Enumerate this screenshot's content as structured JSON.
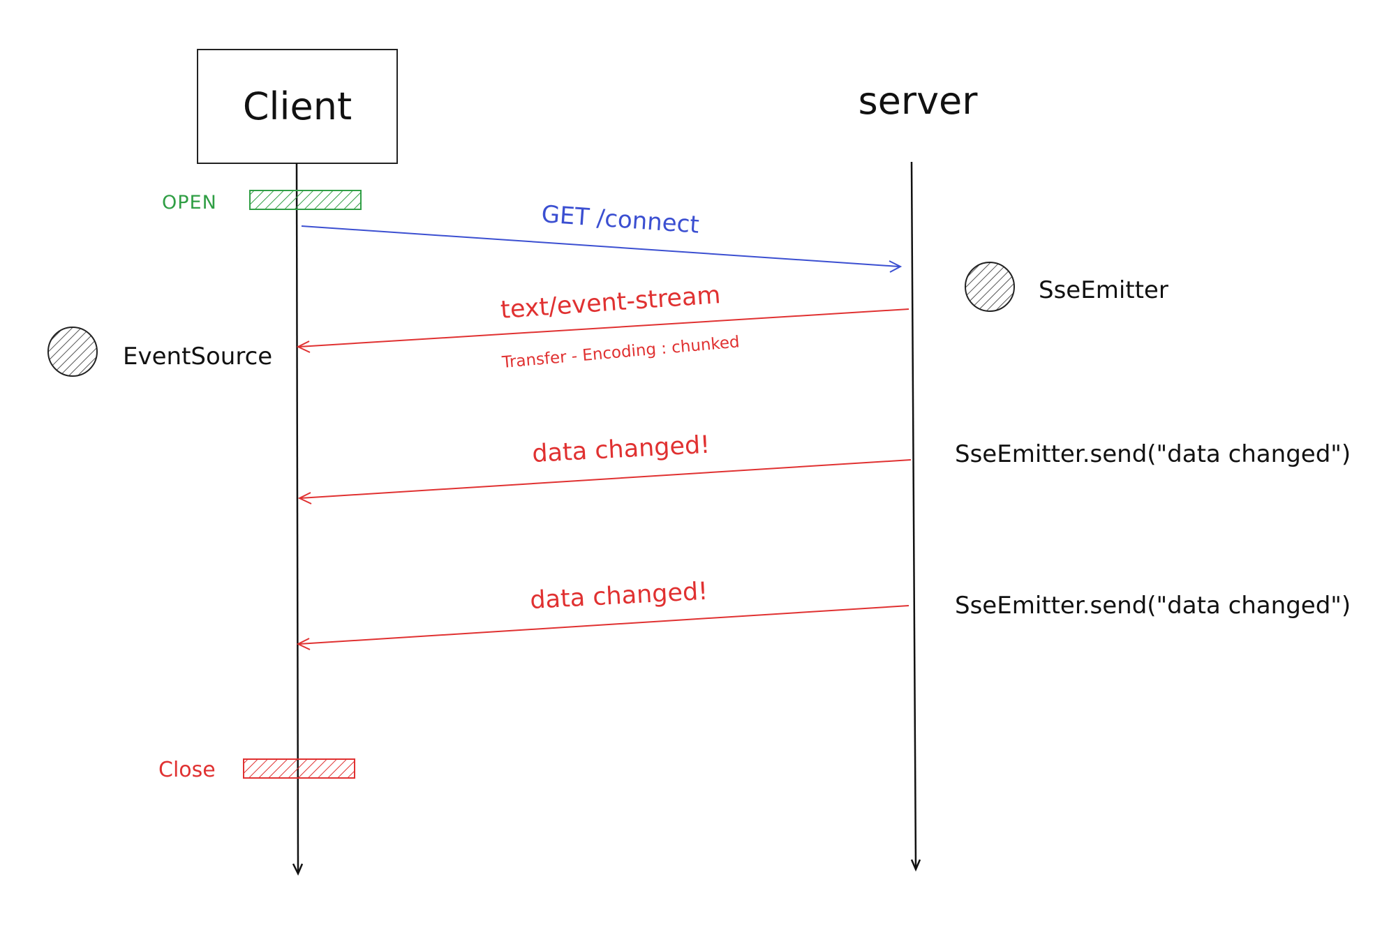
{
  "participants": {
    "client": "Client",
    "server": "server"
  },
  "states": {
    "open": "OPEN",
    "close": "Close"
  },
  "objects": {
    "client_object": "EventSource",
    "server_object": "SseEmitter"
  },
  "messages": [
    {
      "label": "GET /connect",
      "direction": "client-to-server",
      "color": "#3b4fd1"
    },
    {
      "label": "text/event-stream",
      "sublabel": "Transfer - Encoding : chunked",
      "direction": "server-to-client",
      "color": "#e03131"
    },
    {
      "label": "data changed!",
      "direction": "server-to-client",
      "color": "#e03131"
    },
    {
      "label": "data changed!",
      "direction": "server-to-client",
      "color": "#e03131"
    }
  ],
  "server_calls": [
    "SseEmitter.send(\"data changed\")",
    "SseEmitter.send(\"data changed\")"
  ],
  "colors": {
    "open_state": "#2f9e44",
    "close_state": "#e03131",
    "request": "#3b4fd1",
    "response": "#e03131",
    "line": "#111111"
  }
}
